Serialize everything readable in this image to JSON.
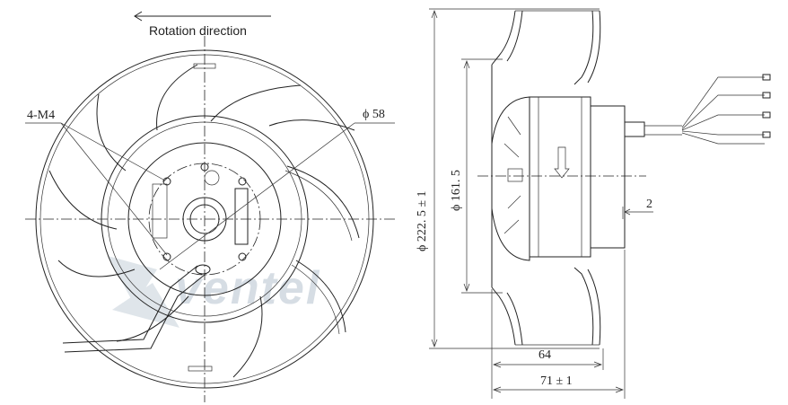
{
  "labels": {
    "rotation": "Rotation direction",
    "thread": "4-M4",
    "hub_dia": "ϕ 58",
    "outer_dia": "ϕ 222. 5 ± 1",
    "motor_dia": "ϕ 161. 5",
    "gap": "2",
    "depth": "64",
    "total": "71 ± 1"
  },
  "watermark": "ventel",
  "colors": {
    "line": "#222222",
    "watermark": "#d6dde4"
  }
}
